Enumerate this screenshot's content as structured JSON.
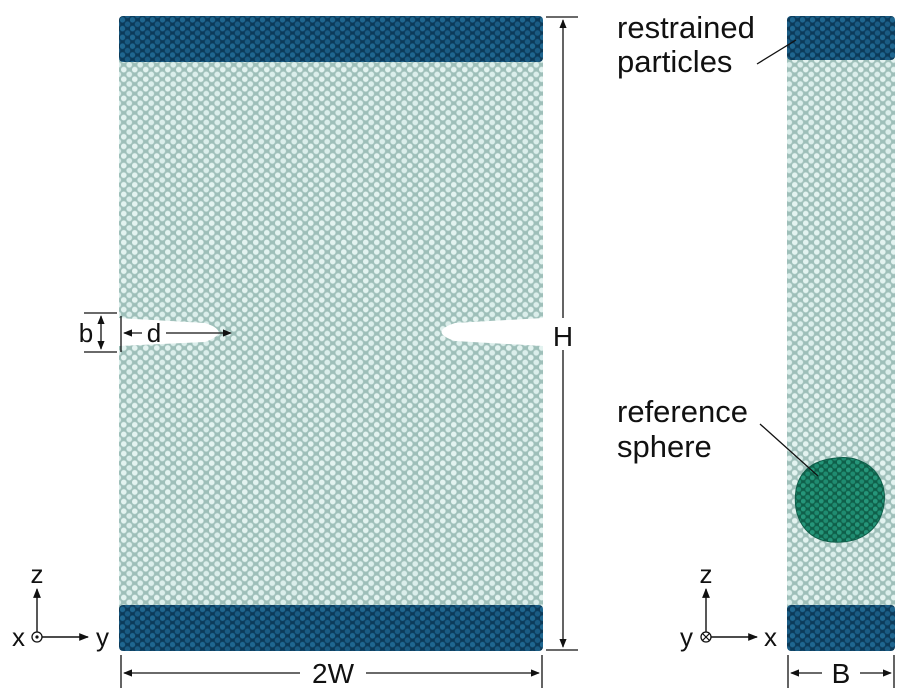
{
  "labels": {
    "restrained_line1": "restrained",
    "restrained_line2": "particles",
    "reference_line1": "reference",
    "reference_line2": "sphere",
    "dim_H": "H",
    "dim_2W": "2W",
    "dim_B": "B",
    "dim_b": "b",
    "dim_d": "d"
  },
  "axes_front": {
    "vertical": "z",
    "horizontal": "y",
    "out_of_plane": "x",
    "out_of_plane_symbol": "dot"
  },
  "axes_side": {
    "vertical": "z",
    "horizontal": "x",
    "out_of_plane": "y",
    "out_of_plane_symbol": "cross"
  },
  "colors": {
    "bulk_particles": "#d9eeeb",
    "bulk_shadow": "#8fb3ad",
    "restrained_particles": "#1d5f86",
    "restrained_shadow": "#0b3552",
    "reference_sphere": "#1f8f74",
    "reference_shadow": "#0e5e49",
    "ink": "#111111"
  }
}
